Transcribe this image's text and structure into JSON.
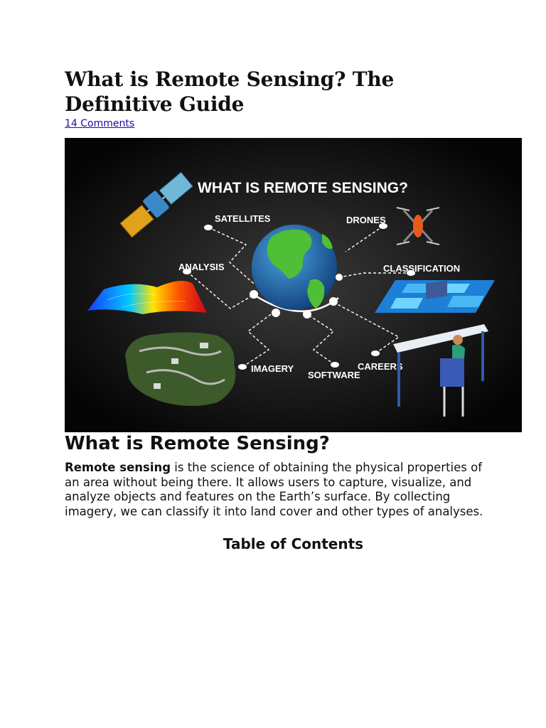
{
  "article": {
    "title": "What is Remote Sensing? The Definitive Guide",
    "comments_link": "14 Comments"
  },
  "hero": {
    "heading": "WHAT IS REMOTE SENSING?",
    "labels": {
      "satellites": "SATELLITES",
      "drones": "DRONES",
      "analysis": "ANALYSIS",
      "classification": "CLASSIFICATION",
      "imagery": "IMAGERY",
      "software": "SOFTWARE",
      "careers": "CAREERS"
    }
  },
  "section": {
    "heading": "What is Remote Sensing?",
    "intro_bold": "Remote sensing",
    "intro_rest": " is the science of obtaining the physical properties of an area without being there. It allows users to capture, visualize, and analyze objects and features on the Earth’s surface. By collecting imagery, we can classify it into land cover and other types of analyses."
  },
  "toc": {
    "heading": "Table of Contents"
  }
}
